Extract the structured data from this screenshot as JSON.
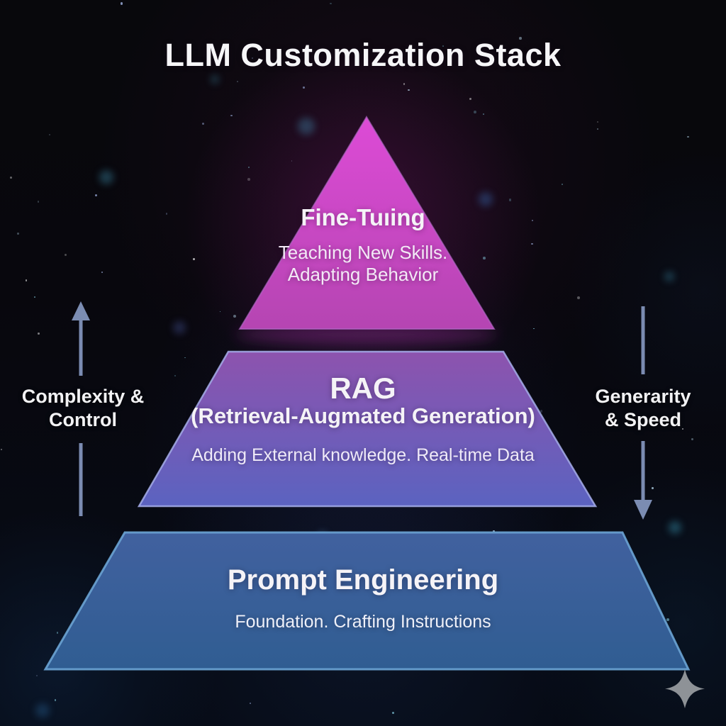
{
  "title": "LLM Customization Stack",
  "pyramid": {
    "tiers": [
      {
        "id": "fine-tuning",
        "label": "Fine-Tuıing",
        "sub1": "Teaching New Skills.",
        "sub2": "Adapting Behavior",
        "fill_top": "#dd4bd6",
        "fill_bottom": "#b545b2",
        "border": "#b469c8"
      },
      {
        "id": "rag",
        "label": "RAG",
        "label2": "(Retrieval-Augmated Generation)",
        "sub": "Adding External knowledge. Real-time Data",
        "fill_top": "#8d53ae",
        "fill_bottom": "#5b63c0",
        "border": "#a6aeea"
      },
      {
        "id": "prompt-engineering",
        "label": "Prompt Engineering",
        "sub": "Foundation. Crafting Instructions",
        "fill_top": "#41619f",
        "fill_bottom": "#305d92",
        "border": "#6ca4d4"
      }
    ]
  },
  "axes": {
    "color": "#7b8cb2",
    "left": {
      "line1": "Complexity &",
      "line2": "Control",
      "direction": "up"
    },
    "right": {
      "line1": "Generarity",
      "line2": "& Speed",
      "direction": "down"
    }
  },
  "decor": {
    "sparkle_color": "#8e9297",
    "background_base": "#050508"
  }
}
